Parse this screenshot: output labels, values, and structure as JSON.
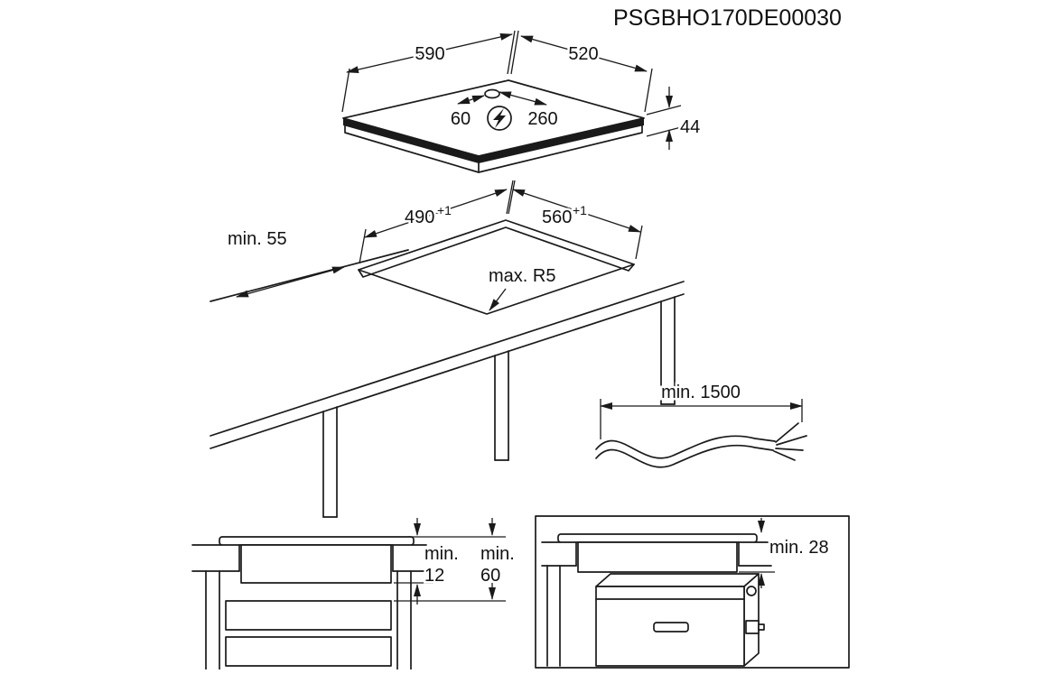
{
  "part_number": "PSGBHO170DE00030",
  "accent_color": "#1a1a1a",
  "hob_view": {
    "width": "590",
    "depth": "520",
    "cable_offset": "60",
    "cable_offset_2": "260",
    "height": "44",
    "power_icon": "lightning-bolt"
  },
  "cutout_view": {
    "width": "490",
    "width_tol": "+1",
    "depth": "560",
    "depth_tol": "+1",
    "front_clearance": "min. 55",
    "corner_radius": "max. R5"
  },
  "cable_view": {
    "min_length": "min. 1500"
  },
  "cabinet_view": {
    "gap1_label": "min.",
    "gap1_value": "12",
    "gap2_label": "min.",
    "gap2_value": "60"
  },
  "oven_view": {
    "clearance": "min. 28"
  }
}
